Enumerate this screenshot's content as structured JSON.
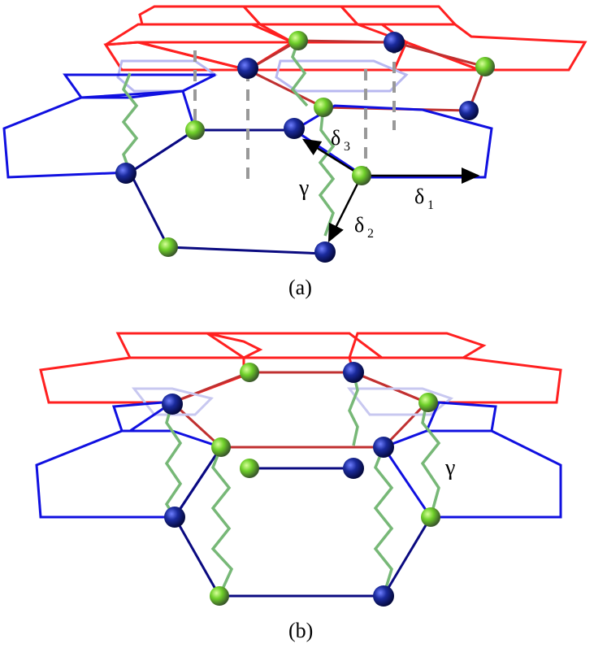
{
  "panel_a": {
    "caption": "(a)",
    "label_gamma": "γ",
    "label_delta1": "δ",
    "label_delta1_sub": "1",
    "label_delta2": "δ",
    "label_delta2_sub": "2",
    "label_delta3": "δ",
    "label_delta3_sub": "3"
  },
  "panel_b": {
    "caption": "(b)",
    "label_gamma": "γ"
  },
  "colors": {
    "top_layer": "#ff2020",
    "bottom_layer": "#1010e0",
    "dark_bond": "#0a0a80",
    "interlayer": "#77b877",
    "atom_a": "#1a2a9c",
    "atom_b": "#7ad93a",
    "vector": "#000000"
  }
}
